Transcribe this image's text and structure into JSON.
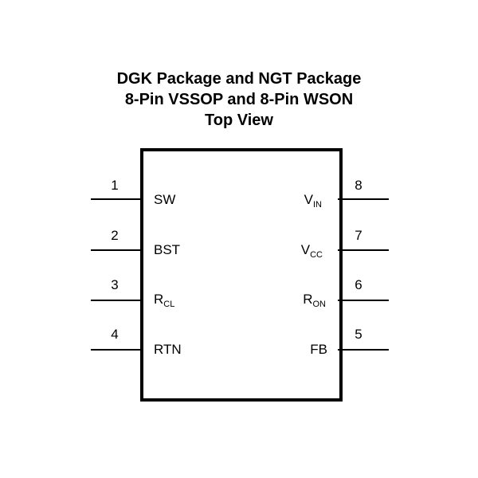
{
  "title": {
    "line1": "DGK Package and NGT Package",
    "line2": "8-Pin VSSOP and 8-Pin WSON",
    "line3": "Top View"
  },
  "pins": {
    "p1": {
      "number": "1",
      "label": "SW",
      "sub": ""
    },
    "p2": {
      "number": "2",
      "label": "BST",
      "sub": ""
    },
    "p3": {
      "number": "3",
      "label": "R",
      "sub": "CL"
    },
    "p4": {
      "number": "4",
      "label": "RTN",
      "sub": ""
    },
    "p5": {
      "number": "5",
      "label": "FB",
      "sub": ""
    },
    "p6": {
      "number": "6",
      "label": "R",
      "sub": "ON"
    },
    "p7": {
      "number": "7",
      "label": "V",
      "sub": "CC"
    },
    "p8": {
      "number": "8",
      "label": "V",
      "sub": "IN"
    }
  }
}
